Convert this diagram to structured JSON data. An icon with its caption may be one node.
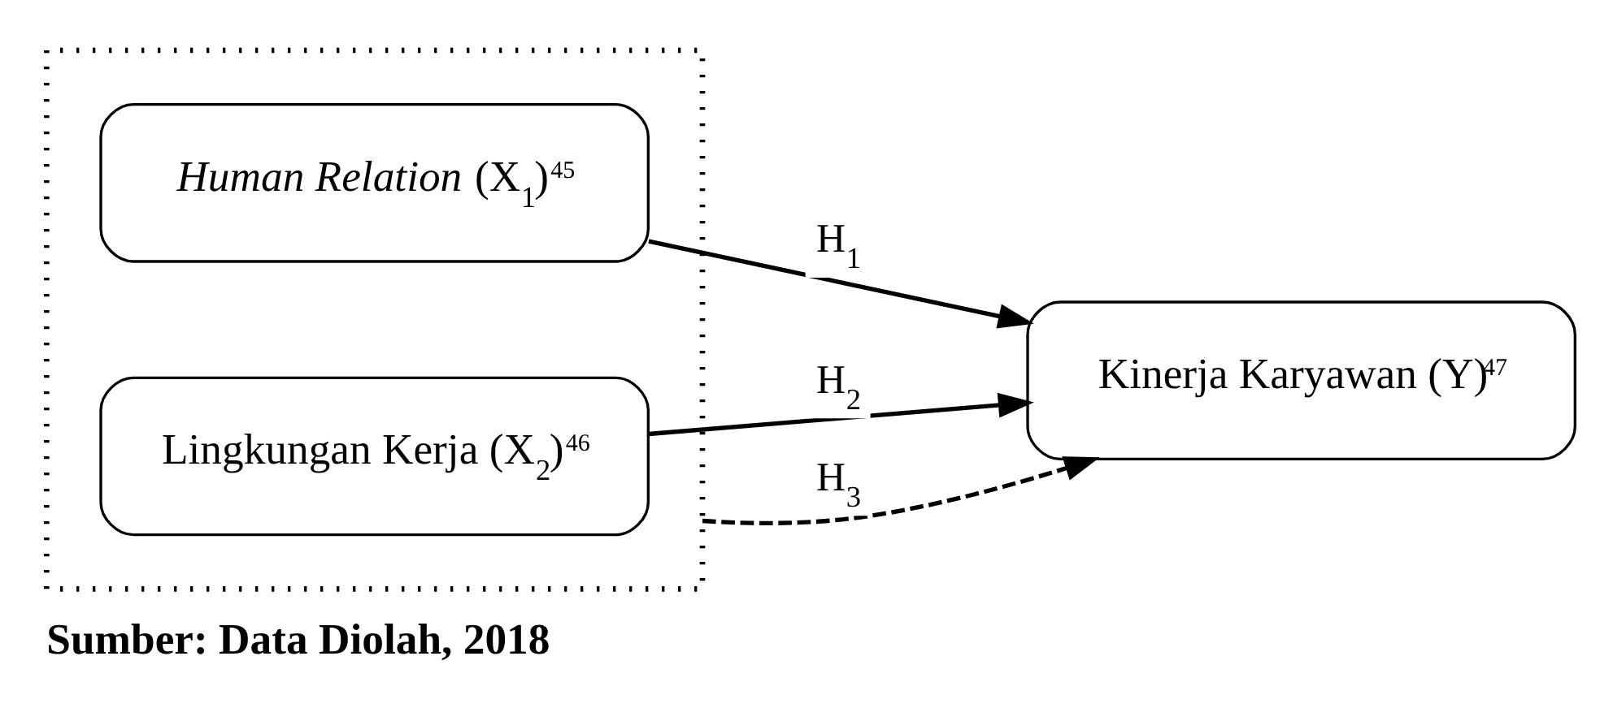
{
  "diagram": {
    "caption": "Sumber: Data Diolah, 2018",
    "nodes": [
      {
        "text": [],
        "shape": "box"
      },
      {
        "text": [
          "*Human Relation* (X$_{1}$)$^{45}$"
        ],
        "in": 0
      },
      {
        "text": [
          "Lingkungan Kerja (X$_{2}$)$^{46}$"
        ],
        "in": 0
      },
      {
        "text": [
          "Kinerja Karyawan (Y)$^{47}$"
        ]
      }
    ],
    "edges": [
      {
        "from": 1,
        "to": 3,
        "arrow": "to",
        "label": "H$_{1}$"
      },
      {
        "from": 2,
        "to": 3,
        "arrow": "to",
        "label": "H$_{2}$"
      },
      {
        "from": 0,
        "to": 3,
        "arrow": "to",
        "label": "H$_{3}$",
        "style": "dashed"
      }
    ]
  }
}
